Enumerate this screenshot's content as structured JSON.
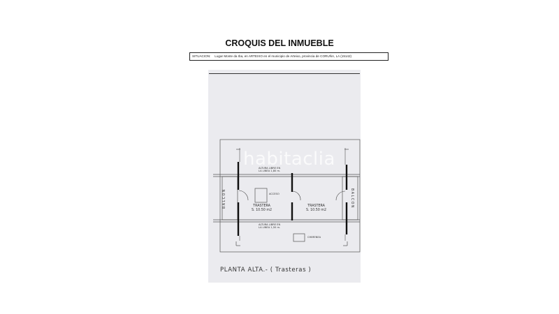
{
  "document": {
    "title": "CROQUIS DEL INMUEBLE",
    "situacion": {
      "label": "SITUACION:",
      "text": "Lugar Monte da Iba, en ARTEIXO en el municipio de Arteixo, provincia de CORUÑA, LA (15142)"
    }
  },
  "plan": {
    "caption": "PLANTA ALTA.- ( Trasteras )",
    "watermark": "habitaclia",
    "rooms": [
      {
        "name": "TRASTERA",
        "area": "S. 10.50 m2"
      },
      {
        "name": "TRASTERA",
        "area": "S. 10.50 m2"
      }
    ],
    "balcony_left": "BALCON",
    "balcony_right": "BALCON",
    "access_label": "ACCESO",
    "chimney_label": "CHIMENEA",
    "height_note_top": [
      "ALTURA LIBRE EN",
      "LA LINEA 1,80 m."
    ],
    "height_note_bottom": [
      "ALTURA LIBRE EN",
      "LA LINEA 1,50 m."
    ]
  },
  "colors": {
    "sheet": "#ebebef",
    "ink": "#222222"
  }
}
